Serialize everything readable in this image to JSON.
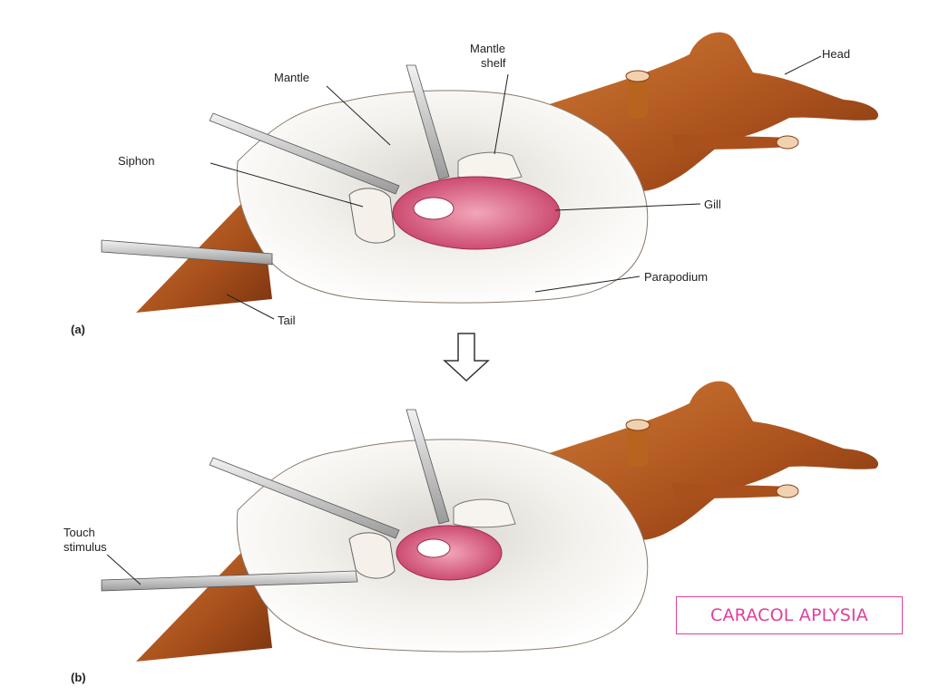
{
  "panel_a": {
    "tag": "(a)",
    "labels": {
      "mantle": "Mantle",
      "mantle_shelf_line1": "Mantle",
      "mantle_shelf_line2": "shelf",
      "head": "Head",
      "siphon": "Siphon",
      "gill": "Gill",
      "parapodium": "Parapodium",
      "tail": "Tail"
    }
  },
  "panel_b": {
    "tag": "(b)",
    "labels": {
      "touch_line1": "Touch",
      "touch_line2": "stimulus"
    }
  },
  "caption": {
    "text": "CARACOL APLYSIA"
  },
  "colors": {
    "body": "#b85a1f",
    "body_dark": "#7a3410",
    "mantle": "#f4f1ea",
    "gill": "#d6557a",
    "probe": "#d8d8d8",
    "accent": "#e0409c"
  }
}
